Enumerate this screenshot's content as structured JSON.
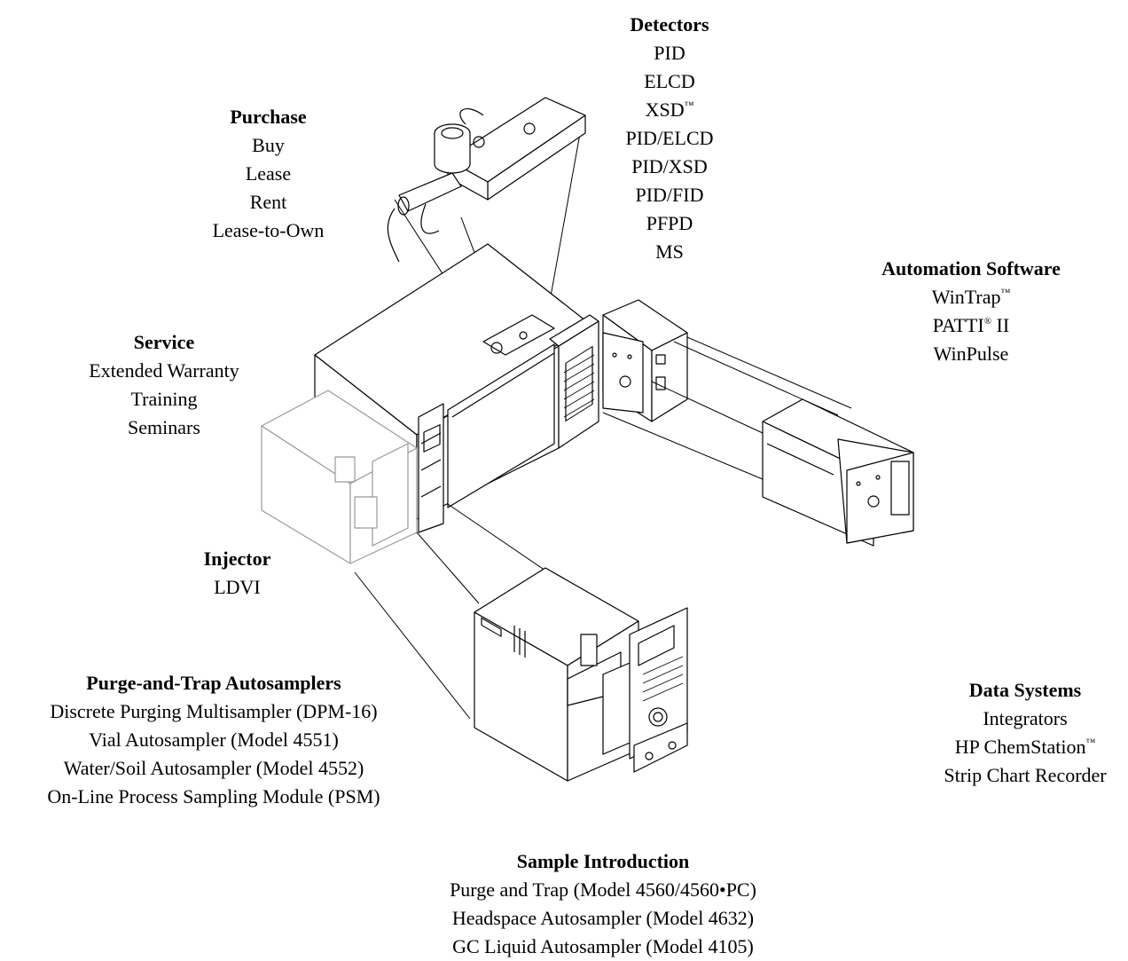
{
  "groups": {
    "detectors": {
      "title": "Detectors",
      "items": [
        {
          "text": "PID"
        },
        {
          "text": "ELCD"
        },
        {
          "text": "XSD",
          "sup": "™"
        },
        {
          "text": "PID/ELCD"
        },
        {
          "text": "PID/XSD"
        },
        {
          "text": "PID/FID"
        },
        {
          "text": "PFPD"
        },
        {
          "text": "MS"
        }
      ]
    },
    "purchase": {
      "title": "Purchase",
      "items": [
        {
          "text": "Buy"
        },
        {
          "text": "Lease"
        },
        {
          "text": "Rent"
        },
        {
          "text": "Lease-to-Own"
        }
      ]
    },
    "automation": {
      "title": "Automation Software",
      "items": [
        {
          "text": "WinTrap",
          "sup": "™"
        },
        {
          "text": "PATTI",
          "sup": "®",
          "after": " II"
        },
        {
          "text": "WinPulse"
        }
      ]
    },
    "service": {
      "title": "Service",
      "items": [
        {
          "text": "Extended Warranty"
        },
        {
          "text": "Training"
        },
        {
          "text": "Seminars"
        }
      ]
    },
    "injector": {
      "title": "Injector",
      "items": [
        {
          "text": "LDVI"
        }
      ]
    },
    "autosamplers": {
      "title": "Purge-and-Trap Autosamplers",
      "items": [
        {
          "text": "Discrete Purging Multisampler (DPM-16)"
        },
        {
          "text": "Vial Autosampler (Model 4551)"
        },
        {
          "text": "Water/Soil Autosampler (Model 4552)"
        },
        {
          "text": "On-Line Process Sampling Module (PSM)"
        }
      ]
    },
    "data_systems": {
      "title": "Data Systems",
      "items": [
        {
          "text": "Integrators"
        },
        {
          "text": "HP ChemStation",
          "sup": "™"
        },
        {
          "text": "Strip Chart Recorder"
        }
      ]
    },
    "sample_intro": {
      "title": "Sample Introduction",
      "items": [
        {
          "text": "Purge and Trap (Model 4560/4560•PC)"
        },
        {
          "text": "Headspace Autosampler (Model 4632)"
        },
        {
          "text": "GC Liquid Autosampler (Model 4105)"
        }
      ]
    }
  }
}
